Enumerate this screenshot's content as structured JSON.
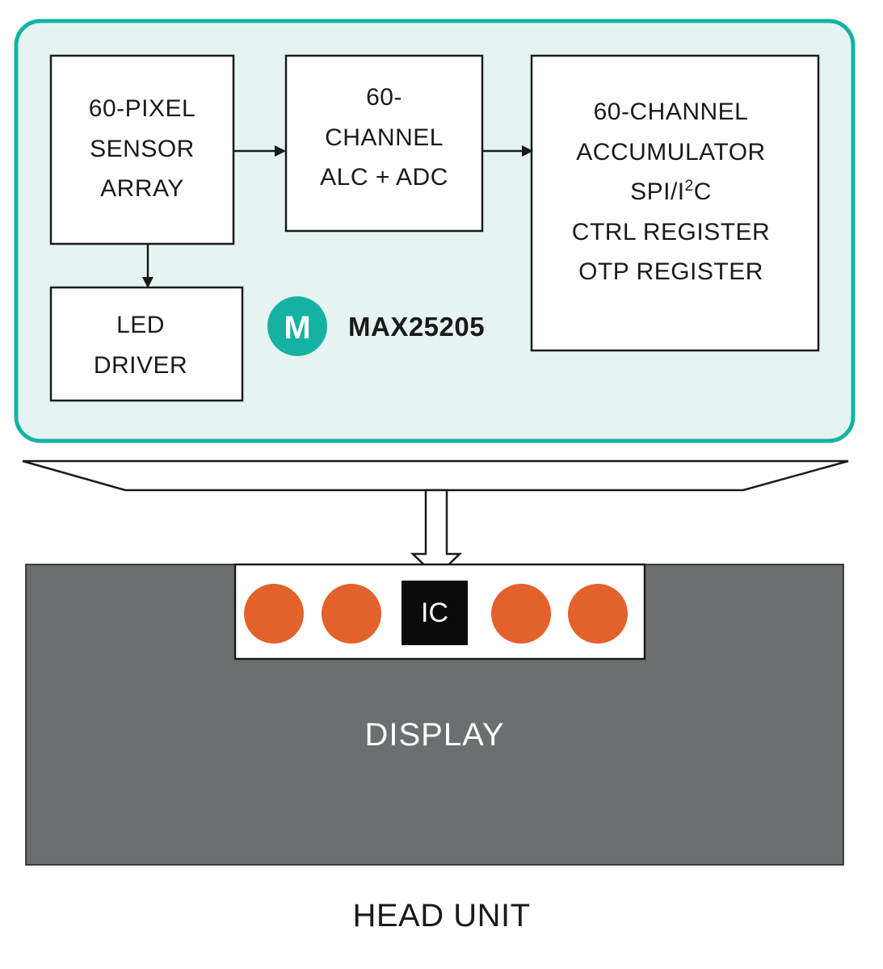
{
  "colors": {
    "chip_fill": "#e5f4f2",
    "chip_border": "#15b2a3",
    "logo": "#15b2a3",
    "display": "#6b6f70",
    "led": "#e3612a",
    "ic": "#0a0a0a"
  },
  "icons": {
    "logo": "maxim-logo-icon"
  },
  "chip": {
    "part_number": "MAX25205",
    "blocks": {
      "sensor": [
        "60-PIXEL",
        "SENSOR",
        "ARRAY"
      ],
      "adc": [
        "60-",
        "CHANNEL",
        "ALC + ADC"
      ],
      "led_driver": [
        "LED",
        "DRIVER"
      ],
      "accumulator": {
        "line1": "60-CHANNEL",
        "line2": "ACCUMULATOR",
        "line3_prefix": "SPI/I",
        "line3_sup": "2",
        "line3_suffix": "C",
        "line4": "CTRL REGISTER",
        "line5": "OTP REGISTER"
      }
    }
  },
  "head_unit": {
    "ic_label": "IC",
    "display_label": "DISPLAY",
    "caption": "HEAD UNIT"
  }
}
